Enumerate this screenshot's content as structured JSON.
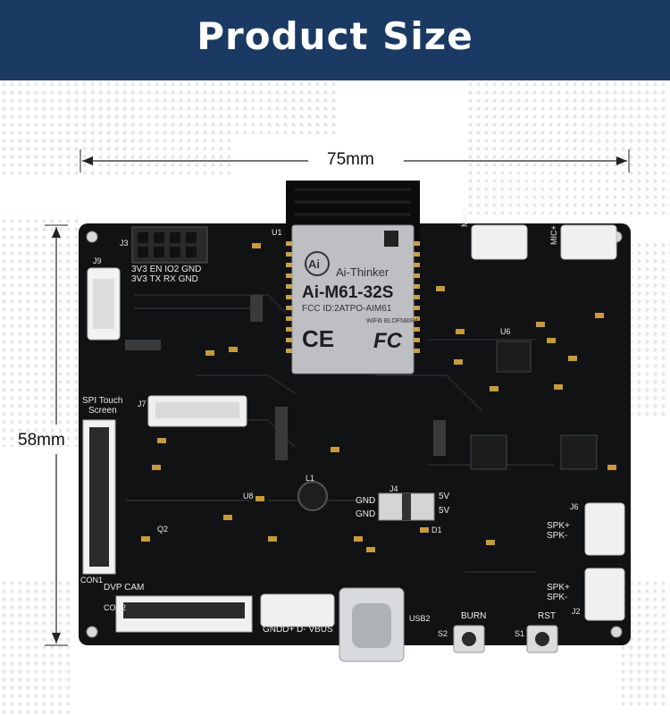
{
  "banner": {
    "title": "Product Size"
  },
  "dimensions": {
    "width": "75mm",
    "height": "58mm"
  },
  "module": {
    "brand": "Ai-Thinker",
    "model": "Ai-M61-32S",
    "fcc": "FCC ID:2ATPO-AIM61",
    "wifi": "WiFi6  BLOFN8IR4",
    "ce": "CE",
    "fc": "FC"
  },
  "labels": {
    "spi_touch": "SPI Touch",
    "screen": "Screen",
    "dvp_cam": "DVP CAM",
    "burn": "BURN",
    "rst": "RST",
    "gndd_vbus": "GNDD+ D- VBUS",
    "gnd1": "GND",
    "gnd2": "GND",
    "v5a": "5V",
    "v5b": "5V",
    "spk1": "SPK+",
    "spk1b": "SPK-",
    "spk2": "SPK+",
    "spk2b": "SPK-",
    "usb2": "USB2",
    "j3_row1": "3V3  EN  IO2 GND",
    "j3_row2": "3V3  TX   RX  GND",
    "j3": "J3",
    "j9": "J9",
    "j7": "J7",
    "j4": "J4",
    "j6": "J6",
    "j2": "J2",
    "con1": "CON1",
    "con2": "CON2",
    "u1": "U1",
    "u6": "U6",
    "u8": "U8",
    "s1": "S1",
    "s2": "S2",
    "mic1": "MIC+",
    "mic2": "MIC+",
    "l1": "L1",
    "d1": "D1",
    "q2": "Q2"
  }
}
